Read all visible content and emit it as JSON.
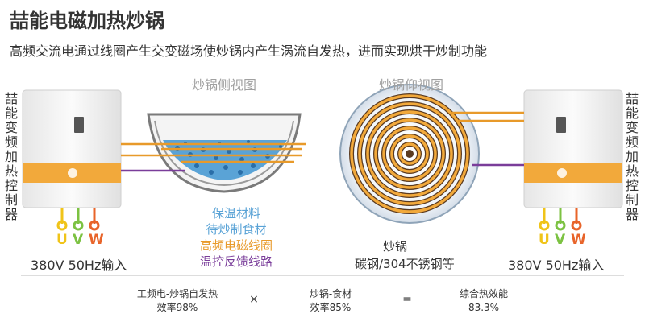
{
  "title": "喆能电磁加热炒锅",
  "subtitle": "高频交流电通过线圈产生交变磁场使炒锅内产生涡流自发热，进而实现烘干炒制功能",
  "views": {
    "side": "炒锅侧视图",
    "top": "炒锅仰视图"
  },
  "controller": {
    "label": "喆能变频加热控制器",
    "power": "380V 50Hz输入",
    "phases": [
      {
        "label": "U",
        "color": "#f0c419"
      },
      {
        "label": "V",
        "color": "#7cc242"
      },
      {
        "label": "W",
        "color": "#e8642a"
      }
    ]
  },
  "legend": [
    {
      "label": "保温材料",
      "color": "#5aa3d6"
    },
    {
      "label": "待炒制食材",
      "color": "#5aa3d6"
    },
    {
      "label": "高频电磁线圈",
      "color": "#e89a2a"
    },
    {
      "label": "温控反馈线路",
      "color": "#7a3d9a"
    }
  ],
  "pan": {
    "label": "炒锅",
    "material": "碳钢/304不锈钢等"
  },
  "efficiency": {
    "term1": {
      "name": "工频电-炒锅自发热",
      "value": "效率98%"
    },
    "op1": "×",
    "term2": {
      "name": "炒锅-食材",
      "value": "效率85%"
    },
    "op2": "=",
    "result": {
      "name": "综合热效能",
      "value": "83.3%"
    }
  },
  "colors": {
    "coil": "#e89a2a",
    "feedback": "#7a3d9a",
    "insulation": "#5aa3d6",
    "controller_band": "#f2a93b",
    "controller_body": "#f2f2f2"
  }
}
